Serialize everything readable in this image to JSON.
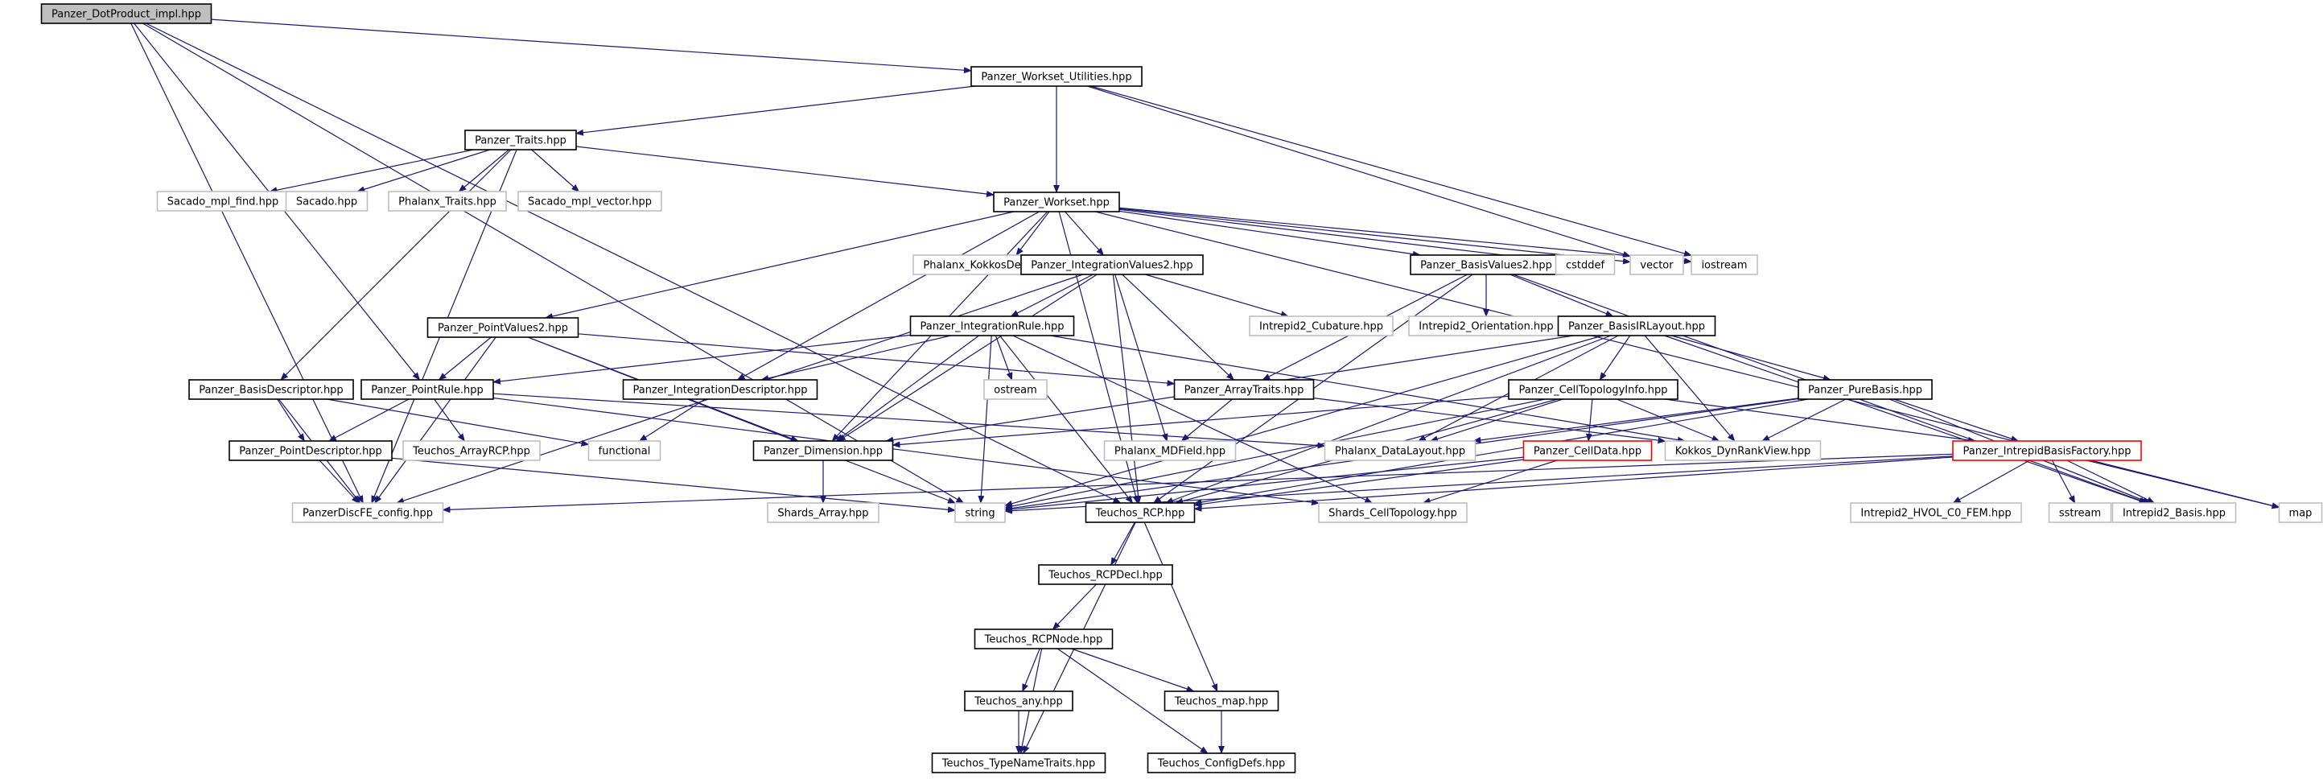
{
  "colors": {
    "edge": "#191970",
    "box_border": "#000000",
    "box_border_missing": "#bfbfbf",
    "box_border_truncated": "#ff0000",
    "root_fill": "#bfbfbf",
    "fill": "#ffffff",
    "text": "#000000"
  },
  "nodes": [
    {
      "id": "root",
      "label": "Panzer_DotProduct_impl.hpp",
      "style": "root"
    },
    {
      "id": "wsu",
      "label": "Panzer_Workset_Utilities.hpp",
      "style": "normal"
    },
    {
      "id": "traits",
      "label": "Panzer_Traits.hpp",
      "style": "normal"
    },
    {
      "id": "sacfind",
      "label": "Sacado_mpl_find.hpp",
      "style": "missing"
    },
    {
      "id": "sacado",
      "label": "Sacado.hpp",
      "style": "missing"
    },
    {
      "id": "phtraits",
      "label": "Phalanx_Traits.hpp",
      "style": "missing"
    },
    {
      "id": "sacvec",
      "label": "Sacado_mpl_vector.hpp",
      "style": "missing"
    },
    {
      "id": "workset",
      "label": "Panzer_Workset.hpp",
      "style": "normal"
    },
    {
      "id": "kokdev",
      "label": "Phalanx_KokkosDeviceTypes.hpp",
      "style": "missing"
    },
    {
      "id": "intval",
      "label": "Panzer_IntegrationValues2.hpp",
      "style": "normal"
    },
    {
      "id": "basval",
      "label": "Panzer_BasisValues2.hpp",
      "style": "normal"
    },
    {
      "id": "cstddef",
      "label": "cstddef",
      "style": "missing"
    },
    {
      "id": "vector",
      "label": "vector",
      "style": "missing"
    },
    {
      "id": "iostream",
      "label": "iostream",
      "style": "missing"
    },
    {
      "id": "ptval",
      "label": "Panzer_PointValues2.hpp",
      "style": "normal"
    },
    {
      "id": "intrule",
      "label": "Panzer_IntegrationRule.hpp",
      "style": "normal"
    },
    {
      "id": "cub",
      "label": "Intrepid2_Cubature.hpp",
      "style": "missing"
    },
    {
      "id": "orient",
      "label": "Intrepid2_Orientation.hpp",
      "style": "missing"
    },
    {
      "id": "basirl",
      "label": "Panzer_BasisIRLayout.hpp",
      "style": "normal"
    },
    {
      "id": "basdesc",
      "label": "Panzer_BasisDescriptor.hpp",
      "style": "normal"
    },
    {
      "id": "ptrule",
      "label": "Panzer_PointRule.hpp",
      "style": "normal"
    },
    {
      "id": "intdesc",
      "label": "Panzer_IntegrationDescriptor.hpp",
      "style": "normal"
    },
    {
      "id": "ostream",
      "label": "ostream",
      "style": "missing"
    },
    {
      "id": "arrtr",
      "label": "Panzer_ArrayTraits.hpp",
      "style": "normal"
    },
    {
      "id": "celltop",
      "label": "Panzer_CellTopologyInfo.hpp",
      "style": "normal"
    },
    {
      "id": "purebas",
      "label": "Panzer_PureBasis.hpp",
      "style": "normal"
    },
    {
      "id": "ptdesc",
      "label": "Panzer_PointDescriptor.hpp",
      "style": "normal"
    },
    {
      "id": "arcp",
      "label": "Teuchos_ArrayRCP.hpp",
      "style": "missing"
    },
    {
      "id": "functional",
      "label": "functional",
      "style": "missing"
    },
    {
      "id": "dim",
      "label": "Panzer_Dimension.hpp",
      "style": "normal"
    },
    {
      "id": "mdfield",
      "label": "Phalanx_MDField.hpp",
      "style": "missing"
    },
    {
      "id": "datalay",
      "label": "Phalanx_DataLayout.hpp",
      "style": "missing"
    },
    {
      "id": "celldata",
      "label": "Panzer_CellData.hpp",
      "style": "truncated"
    },
    {
      "id": "kokdyn",
      "label": "Kokkos_DynRankView.hpp",
      "style": "missing"
    },
    {
      "id": "ibf",
      "label": "Panzer_IntrepidBasisFactory.hpp",
      "style": "truncated"
    },
    {
      "id": "config",
      "label": "PanzerDiscFE_config.hpp",
      "style": "missing"
    },
    {
      "id": "shardsarr",
      "label": "Shards_Array.hpp",
      "style": "missing"
    },
    {
      "id": "string",
      "label": "string",
      "style": "missing"
    },
    {
      "id": "rcp",
      "label": "Teuchos_RCP.hpp",
      "style": "normal"
    },
    {
      "id": "shardsct",
      "label": "Shards_CellTopology.hpp",
      "style": "missing"
    },
    {
      "id": "hvol",
      "label": "Intrepid2_HVOL_C0_FEM.hpp",
      "style": "missing"
    },
    {
      "id": "sstream",
      "label": "sstream",
      "style": "missing"
    },
    {
      "id": "i2basis",
      "label": "Intrepid2_Basis.hpp",
      "style": "missing"
    },
    {
      "id": "map",
      "label": "map",
      "style": "missing"
    },
    {
      "id": "rcpdecl",
      "label": "Teuchos_RCPDecl.hpp",
      "style": "normal"
    },
    {
      "id": "rcpnode",
      "label": "Teuchos_RCPNode.hpp",
      "style": "normal"
    },
    {
      "id": "any",
      "label": "Teuchos_any.hpp",
      "style": "normal"
    },
    {
      "id": "tmap",
      "label": "Teuchos_map.hpp",
      "style": "normal"
    },
    {
      "id": "tnt",
      "label": "Teuchos_TypeNameTraits.hpp",
      "style": "normal"
    },
    {
      "id": "cfg",
      "label": "Teuchos_ConfigDefs.hpp",
      "style": "normal"
    }
  ],
  "edges": [
    [
      "root",
      "wsu"
    ],
    [
      "root",
      "ptrule"
    ],
    [
      "root",
      "config"
    ],
    [
      "root",
      "string"
    ],
    [
      "root",
      "rcp"
    ],
    [
      "wsu",
      "traits"
    ],
    [
      "wsu",
      "workset"
    ],
    [
      "wsu",
      "vector"
    ],
    [
      "wsu",
      "iostream"
    ],
    [
      "traits",
      "sacfind"
    ],
    [
      "traits",
      "sacado"
    ],
    [
      "traits",
      "phtraits"
    ],
    [
      "traits",
      "sacvec"
    ],
    [
      "traits",
      "workset"
    ],
    [
      "traits",
      "config"
    ],
    [
      "traits",
      "basdesc"
    ],
    [
      "workset",
      "kokdev"
    ],
    [
      "workset",
      "intval"
    ],
    [
      "workset",
      "basval"
    ],
    [
      "workset",
      "cstddef"
    ],
    [
      "workset",
      "vector"
    ],
    [
      "workset",
      "iostream"
    ],
    [
      "workset",
      "map"
    ],
    [
      "workset",
      "ptval"
    ],
    [
      "workset",
      "intdesc"
    ],
    [
      "workset",
      "dim"
    ],
    [
      "workset",
      "rcp"
    ],
    [
      "intval",
      "cub"
    ],
    [
      "intval",
      "intrule"
    ],
    [
      "intval",
      "arrtr"
    ],
    [
      "intval",
      "mdfield"
    ],
    [
      "intval",
      "dim"
    ],
    [
      "intval",
      "config"
    ],
    [
      "intval",
      "rcp"
    ],
    [
      "basval",
      "orient"
    ],
    [
      "basval",
      "basirl"
    ],
    [
      "basval",
      "arrtr"
    ],
    [
      "basval",
      "rcp"
    ],
    [
      "basval",
      "i2basis"
    ],
    [
      "ptval",
      "ptrule"
    ],
    [
      "ptval",
      "arrtr"
    ],
    [
      "ptval",
      "dim"
    ],
    [
      "ptval",
      "config"
    ],
    [
      "ptval",
      "string"
    ],
    [
      "intrule",
      "ptrule"
    ],
    [
      "intrule",
      "intdesc"
    ],
    [
      "intrule",
      "ostream"
    ],
    [
      "intrule",
      "string"
    ],
    [
      "intrule",
      "rcp"
    ],
    [
      "intrule",
      "kokdyn"
    ],
    [
      "intrule",
      "shardsct"
    ],
    [
      "intrule",
      "dim"
    ],
    [
      "basirl",
      "celltop"
    ],
    [
      "basirl",
      "purebas"
    ],
    [
      "basirl",
      "kokdyn"
    ],
    [
      "basirl",
      "datalay"
    ],
    [
      "basirl",
      "dim"
    ],
    [
      "basirl",
      "rcp"
    ],
    [
      "basirl",
      "string"
    ],
    [
      "basirl",
      "i2basis"
    ],
    [
      "basdesc",
      "ptdesc"
    ],
    [
      "basdesc",
      "functional"
    ],
    [
      "basdesc",
      "config"
    ],
    [
      "ptrule",
      "ptdesc"
    ],
    [
      "ptrule",
      "arcp"
    ],
    [
      "ptrule",
      "datalay"
    ],
    [
      "ptrule",
      "shardsct"
    ],
    [
      "intdesc",
      "functional"
    ],
    [
      "arrtr",
      "mdfield"
    ],
    [
      "arrtr",
      "kokdyn"
    ],
    [
      "celltop",
      "celldata"
    ],
    [
      "celltop",
      "datalay"
    ],
    [
      "celltop",
      "kokdyn"
    ],
    [
      "celltop",
      "ibf"
    ],
    [
      "celltop",
      "dim"
    ],
    [
      "celltop",
      "rcp"
    ],
    [
      "celltop",
      "string"
    ],
    [
      "purebas",
      "ibf"
    ],
    [
      "purebas",
      "kokdyn"
    ],
    [
      "purebas",
      "datalay"
    ],
    [
      "purebas",
      "i2basis"
    ],
    [
      "purebas",
      "rcp"
    ],
    [
      "purebas",
      "string"
    ],
    [
      "ptdesc",
      "string"
    ],
    [
      "ptdesc",
      "config"
    ],
    [
      "dim",
      "shardsarr"
    ],
    [
      "celldata",
      "shardsct"
    ],
    [
      "celldata",
      "rcp"
    ],
    [
      "celldata",
      "string"
    ],
    [
      "ibf",
      "hvol"
    ],
    [
      "ibf",
      "sstream"
    ],
    [
      "ibf",
      "i2basis"
    ],
    [
      "ibf",
      "map"
    ],
    [
      "ibf",
      "rcp"
    ],
    [
      "ibf",
      "string"
    ],
    [
      "ibf",
      "config"
    ],
    [
      "rcp",
      "rcpdecl"
    ],
    [
      "rcp",
      "tnt"
    ],
    [
      "rcp",
      "tmap"
    ],
    [
      "rcpdecl",
      "rcpnode"
    ],
    [
      "rcpnode",
      "any"
    ],
    [
      "rcpnode",
      "tmap"
    ],
    [
      "rcpnode",
      "tnt"
    ],
    [
      "rcpnode",
      "cfg"
    ],
    [
      "any",
      "tnt"
    ],
    [
      "tmap",
      "cfg"
    ]
  ]
}
